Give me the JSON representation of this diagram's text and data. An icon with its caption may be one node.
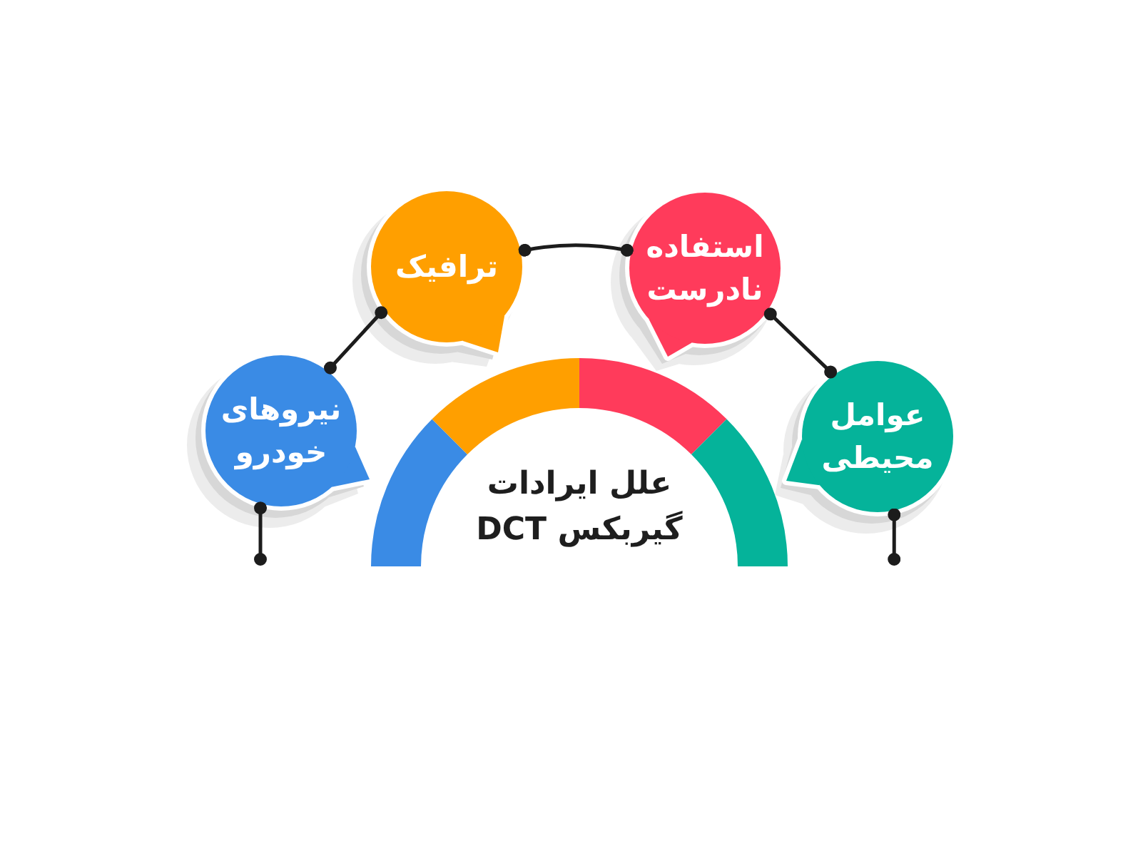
{
  "diagram": {
    "nodes": [
      {
        "text": [
          "نیروهای خودرو"
        ]
      },
      {
        "text": [
          "ترافیک"
        ]
      },
      {
        "text": [
          "استفاده نادرست"
        ]
      },
      {
        "text": [
          "عوامل محیطی"
        ]
      },
      {
        "text": [
          "علل ایرادات گیربکس DCT"
        ]
      }
    ],
    "edges": [
      {
        "from": 0,
        "to": 1,
        "arrow": "other"
      },
      {
        "from": 1,
        "to": 2,
        "arrow": "other"
      },
      {
        "from": 2,
        "to": 3,
        "arrow": "other"
      },
      {
        "from": 0,
        "to": null,
        "arrow": "other"
      },
      {
        "from": 3,
        "to": null,
        "arrow": "other"
      }
    ]
  }
}
